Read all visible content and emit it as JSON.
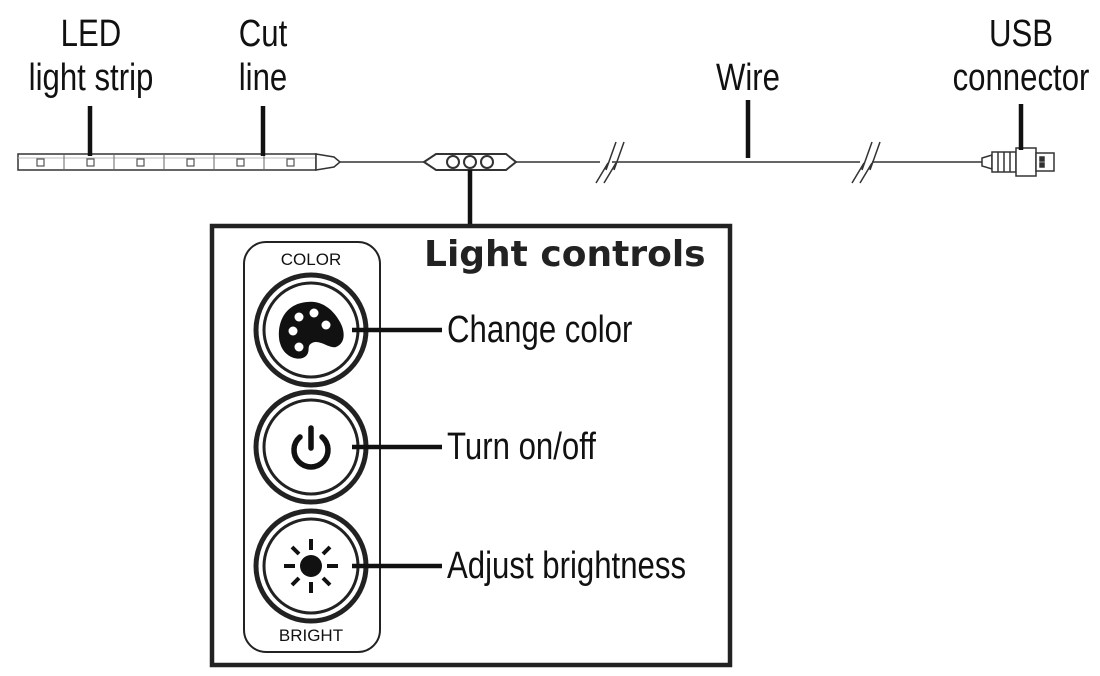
{
  "labels": {
    "led_strip": [
      "LED",
      "light strip"
    ],
    "cut_line": [
      "Cut",
      "line"
    ],
    "wire": "Wire",
    "usb": [
      "USB",
      "connector"
    ]
  },
  "controls": {
    "title": "Light controls",
    "top_caption": "COLOR",
    "bottom_caption": "BRIGHT",
    "buttons": [
      {
        "icon": "palette-icon",
        "label": "Change color"
      },
      {
        "icon": "power-icon",
        "label": "Turn on/off"
      },
      {
        "icon": "sun-icon",
        "label": "Adjust brightness"
      }
    ]
  }
}
